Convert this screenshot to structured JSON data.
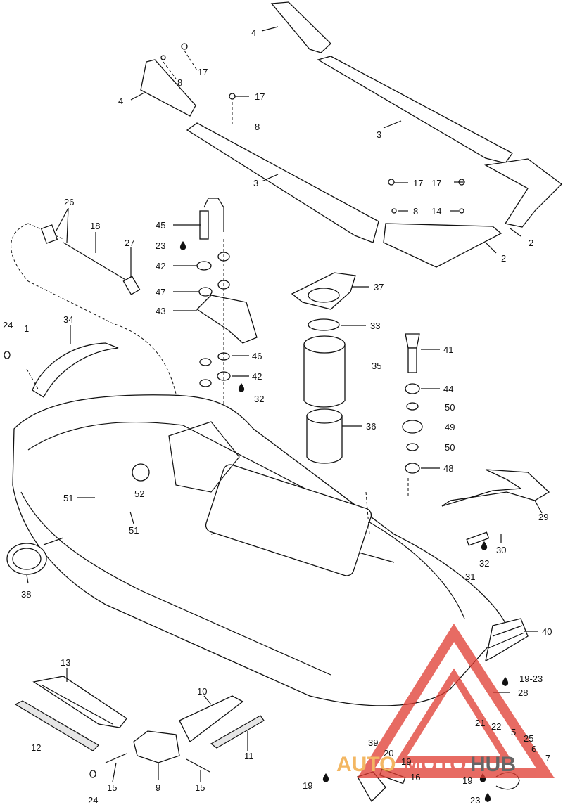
{
  "diagram": {
    "callouts": [
      {
        "text": "4"
      },
      {
        "text": "17"
      },
      {
        "text": "8"
      },
      {
        "text": "4"
      },
      {
        "text": "17"
      },
      {
        "text": "8"
      },
      {
        "text": "3"
      },
      {
        "text": "3"
      },
      {
        "text": "17"
      },
      {
        "text": "17"
      },
      {
        "text": "8"
      },
      {
        "text": "14"
      },
      {
        "text": "2"
      },
      {
        "text": "2"
      },
      {
        "text": "26"
      },
      {
        "text": "18"
      },
      {
        "text": "27"
      },
      {
        "text": "45"
      },
      {
        "text": "23"
      },
      {
        "text": "42"
      },
      {
        "text": "47"
      },
      {
        "text": "43"
      },
      {
        "text": "46"
      },
      {
        "text": "42"
      },
      {
        "text": "32"
      },
      {
        "text": "37"
      },
      {
        "text": "33"
      },
      {
        "text": "35"
      },
      {
        "text": "36"
      },
      {
        "text": "41"
      },
      {
        "text": "44"
      },
      {
        "text": "50"
      },
      {
        "text": "49"
      },
      {
        "text": "50"
      },
      {
        "text": "48"
      },
      {
        "text": "24"
      },
      {
        "text": "1"
      },
      {
        "text": "34"
      },
      {
        "text": "51"
      },
      {
        "text": "52"
      },
      {
        "text": "51"
      },
      {
        "text": "38"
      },
      {
        "text": "29"
      },
      {
        "text": "30"
      },
      {
        "text": "32"
      },
      {
        "text": "31"
      },
      {
        "text": "40"
      },
      {
        "text": "19-23"
      },
      {
        "text": "28"
      },
      {
        "text": "13"
      },
      {
        "text": "10"
      },
      {
        "text": "12"
      },
      {
        "text": "11"
      },
      {
        "text": "15"
      },
      {
        "text": "9"
      },
      {
        "text": "15"
      },
      {
        "text": "24"
      },
      {
        "text": "21"
      },
      {
        "text": "22"
      },
      {
        "text": "5"
      },
      {
        "text": "25"
      },
      {
        "text": "6"
      },
      {
        "text": "7"
      },
      {
        "text": "39"
      },
      {
        "text": "20"
      },
      {
        "text": "19"
      },
      {
        "text": "16"
      },
      {
        "text": "19"
      },
      {
        "text": "19"
      },
      {
        "text": "23"
      }
    ]
  },
  "watermark": {
    "text_auto": "AUTO",
    "text_moto": "MOTO",
    "text_hub": "HUB",
    "color_red": "#e03a2f",
    "color_orange": "#f0a030",
    "color_dark": "#333333"
  }
}
